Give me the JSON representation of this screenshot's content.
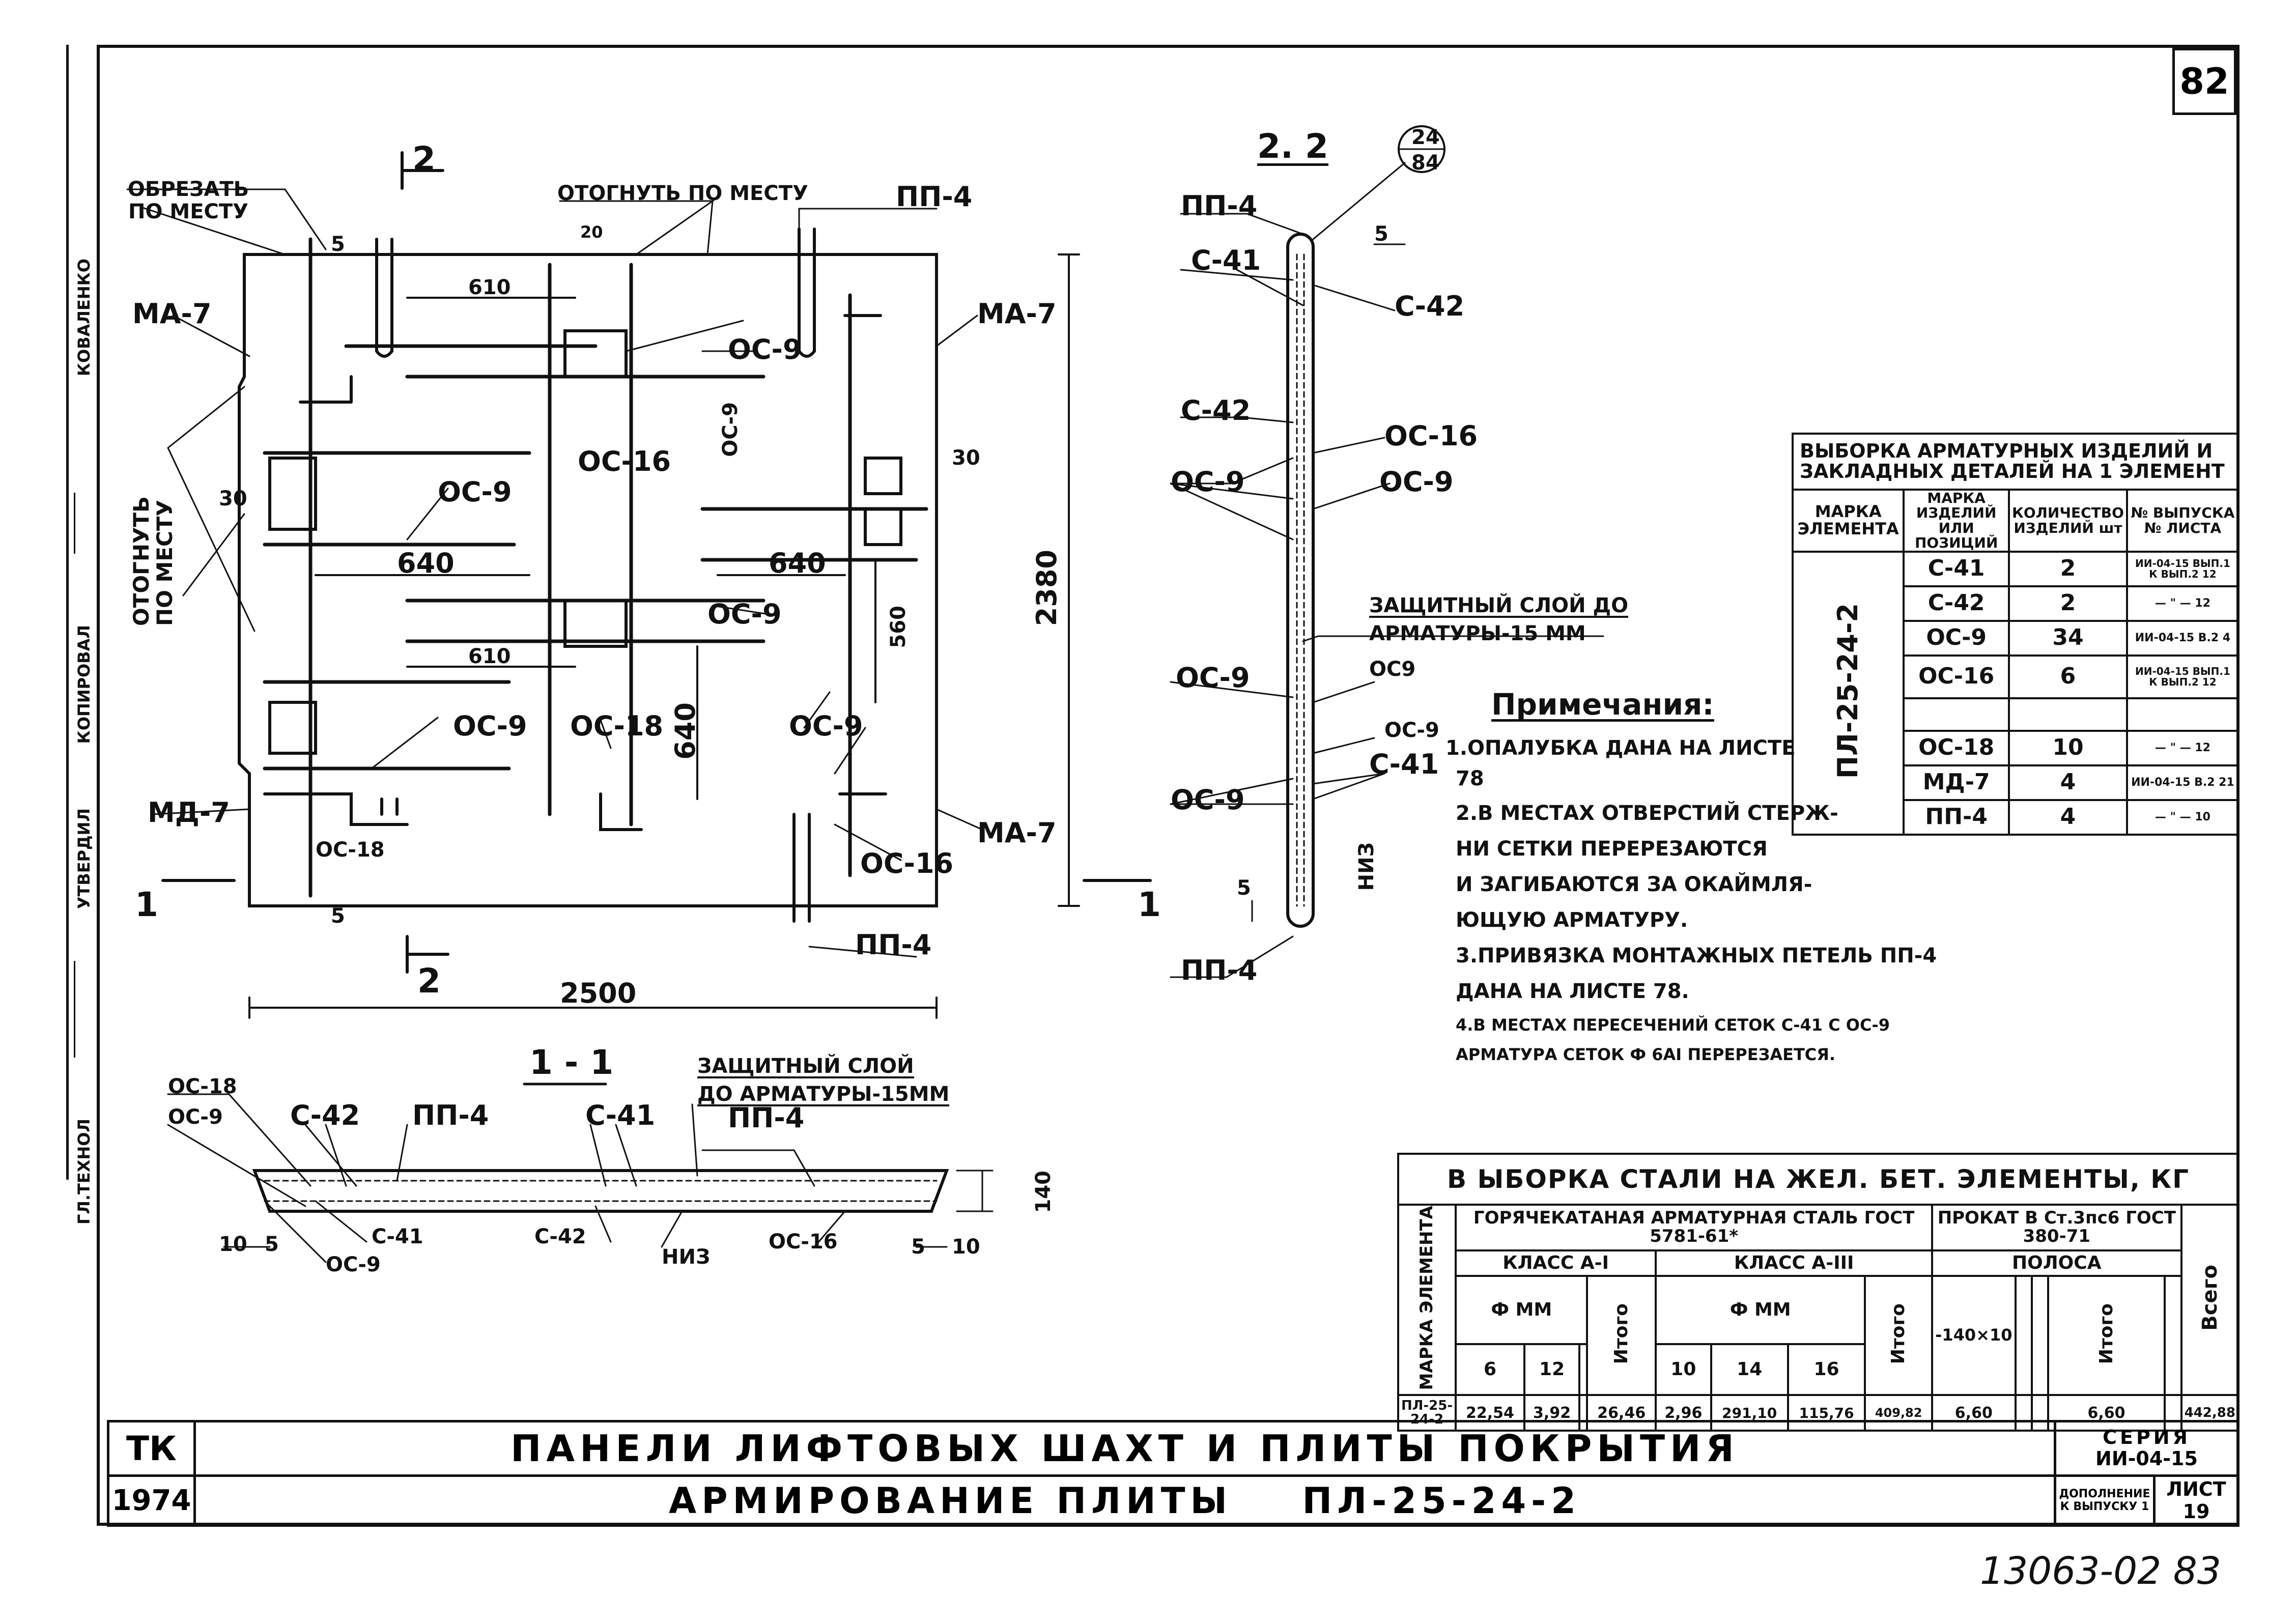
{
  "sheet": {
    "number": "82",
    "archive_number": "13063-02 83"
  },
  "stamp_labels": [
    "КОВАЛЕНКО",
    "КОПИРОВАЛ",
    "УТВЕРДИЛ",
    "ГЛ.ТЕХНОЛ"
  ],
  "stamp_signatures": [
    "signature-1",
    "signature-2"
  ],
  "plan": {
    "section_2_top": "2",
    "section_2_bottom": "2",
    "section_1_left": "1",
    "section_1_right": "1",
    "cut_note": "ОБРЕЗАТЬ ПО МЕСТУ",
    "bend_note": "ОТОГНУТЬ ПО МЕСТУ",
    "bend_note_left": "ОТОГНУТЬ ПО МЕСТУ",
    "labels": {
      "pp4_top": "ПП-4",
      "pp4_bottom": "ПП-4",
      "ma7_tl": "МА-7",
      "ma7_tr": "МА-7",
      "ma7_bl": "МД-7",
      "ma7_br": "МА-7",
      "oc9_a": "ОС-9",
      "oc9_b": "ОС-9",
      "oc9_c": "ОС-9",
      "oc9_d": "ОС-9",
      "oc9_e": "ОС-9",
      "oc9_f": "ОС-9",
      "oc9_vert": "ОС-9",
      "oc16_a": "ОС-16",
      "oc16_b": "ОС-16",
      "oc18_a": "ОС-18",
      "oc18_b": "ОС-18"
    },
    "dims": {
      "d5": "5",
      "d20": "20",
      "d610a": "610",
      "d610b": "610",
      "d640a": "640",
      "d640b": "640",
      "d640c": "640",
      "d30a": "30",
      "d30b": "30",
      "d560": "560",
      "d2380": "2380",
      "d2500": "2500",
      "d5b": "5"
    }
  },
  "section22": {
    "title": "2. 2",
    "marker_top": "24",
    "marker_bottom": "84",
    "labels": {
      "pp4_top": "ПП-4",
      "c41a": "С-41",
      "c42a": "С-42",
      "c42b": "С-42",
      "oc16": "ОС-16",
      "oc9a": "ОС-9",
      "oc9b": "ОС-9",
      "oc9c": "ОС-9",
      "oc9d": "ОС-9",
      "oc9e": "ОС-9",
      "oc9f": "ОС9",
      "c41b": "С-41",
      "nuz": "НИЗ",
      "pp4_bottom": "ПП-4",
      "d5": "5",
      "d5b": "5"
    },
    "cover_note_1": "ЗАЩИТНЫЙ СЛОЙ ДО",
    "cover_note_2": "АРМАТУРЫ-15 ММ"
  },
  "section11": {
    "title": "1 - 1",
    "labels": {
      "oc18": "ОС-18",
      "oc9a": "ОС-9",
      "c42a": "С-42",
      "pp4a": "ПП-4",
      "c41a": "С-41",
      "pp4b": "ПП-4",
      "c41b": "С-41",
      "c42b": "С-42",
      "oc16": "ОС-16",
      "oc9b": "ОС-9",
      "nuz": "НИЗ",
      "d10a": "10",
      "d5a": "5",
      "d5b": "5",
      "d10b": "10",
      "d140": "140"
    },
    "cover_note_1": "ЗАЩИТНЫЙ СЛОЙ",
    "cover_note_2": "ДО АРМАТУРЫ-15ММ"
  },
  "notes": {
    "title": "Примечания:",
    "lines": [
      "1.ОПАЛУБКА ДАНА  НА ЛИСТЕ",
      "78",
      "2.В МЕСТАХ ОТВЕРСТИЙ СТЕРЖ-",
      "НИ СЕТКИ ПЕРЕРЕЗАЮТСЯ",
      "И ЗАГИБАЮТСЯ ЗА ОКАЙМЛЯ-",
      "ЮЩУЮ АРМАТУРУ.",
      "3.ПРИВЯЗКА МОНТАЖНЫХ ПЕТЕЛЬ ПП-4",
      "ДАНА НА ЛИСТЕ 78.",
      "4.В  МЕСТАХ ПЕРЕСЕЧЕНИЙ СЕТОК С-41 С ОС-9",
      "АРМАТУРА СЕТОК Ф 6АI ПЕРЕРЕЗАЕТСЯ."
    ]
  },
  "table_rebar": {
    "title_1": "ВЫБОРКА АРМАТУРНЫХ ИЗДЕЛИЙ И",
    "title_2": "ЗАКЛАДНЫХ ДЕТАЛЕЙ НА 1 ЭЛЕМЕНТ",
    "headers": [
      "МАРКА ЭЛЕМЕНТА",
      "МАРКА ИЗДЕЛИЙ ИЛИ ПОЗИЦИЙ",
      "КОЛИЧЕСТВО ИЗДЕЛИЙ шт",
      "№ ВЫПУСКА № ЛИСТА"
    ],
    "element": "ПЛ-25-24-2",
    "rows": [
      {
        "mark": "С-41",
        "qty": "2",
        "ref": "ИИ-04-15 ВЫП.1 К ВЫП.2 12"
      },
      {
        "mark": "С-42",
        "qty": "2",
        "ref": "— \" — 12"
      },
      {
        "mark": "ОС-9",
        "qty": "34",
        "ref": "ИИ-04-15 В.2 4"
      },
      {
        "mark": "ОС-16",
        "qty": "6",
        "ref": "ИИ-04-15 ВЫП.1 К ВЫП.2 12"
      },
      {
        "mark": "",
        "qty": "",
        "ref": ""
      },
      {
        "mark": "ОС-18",
        "qty": "10",
        "ref": "— \" — 12"
      },
      {
        "mark": "МД-7",
        "qty": "4",
        "ref": "ИИ-04-15 В.2 21"
      },
      {
        "mark": "ПП-4",
        "qty": "4",
        "ref": "— \" — 10"
      }
    ]
  },
  "table_steel": {
    "title": "В ЫБОРКА СТАЛИ НА ЖЕЛ. БЕТ. ЭЛЕМЕНТЫ, КГ",
    "col_mark": "МАРКА ЭЛЕМЕНТА",
    "group_hot": "ГОРЯЧЕКАТАНАЯ АРМАТУРНАЯ СТАЛЬ ГОСТ 5781-61*",
    "group_prokat": "ПРОКАТ В Ст.3пс6 ГОСТ 380-71",
    "class_a1": "КЛАСС А-I",
    "class_a3": "КЛАСС А-III",
    "diam": "Ф ММ",
    "polosa": "ПОЛОСА",
    "d_a1": [
      "6",
      "12"
    ],
    "d_a3": [
      "10",
      "14",
      "16"
    ],
    "polosa_size": "-140×10",
    "itogo": "Итого",
    "vsego": "Всего",
    "row": {
      "mark": "ПЛ-25-24-2",
      "a1": [
        "22,54",
        "3,92",
        ""
      ],
      "a1_total": "26,46",
      "a3": [
        "2,96",
        "291,10",
        "115,76"
      ],
      "a3_total": "409,82",
      "polosa_vals": [
        "6,60",
        "",
        ""
      ],
      "polosa_total": "6,60",
      "total": "442,88"
    }
  },
  "title_block": {
    "org": "ТК",
    "year": "1974",
    "title": "ПАНЕЛИ ЛИФТОВЫХ ШАХТ И ПЛИТЫ ПОКРЫТИЯ",
    "subtitle": "АРМИРОВАНИЕ ПЛИТЫ    ПЛ-25-24-2",
    "series_label": "СЕРИЯ",
    "series": "ИИ-04-15",
    "supplement": "ДОПОЛНЕНИЕ К ВЫПУСКУ 1",
    "sheet_label": "ЛИСТ",
    "sheet": "19"
  }
}
